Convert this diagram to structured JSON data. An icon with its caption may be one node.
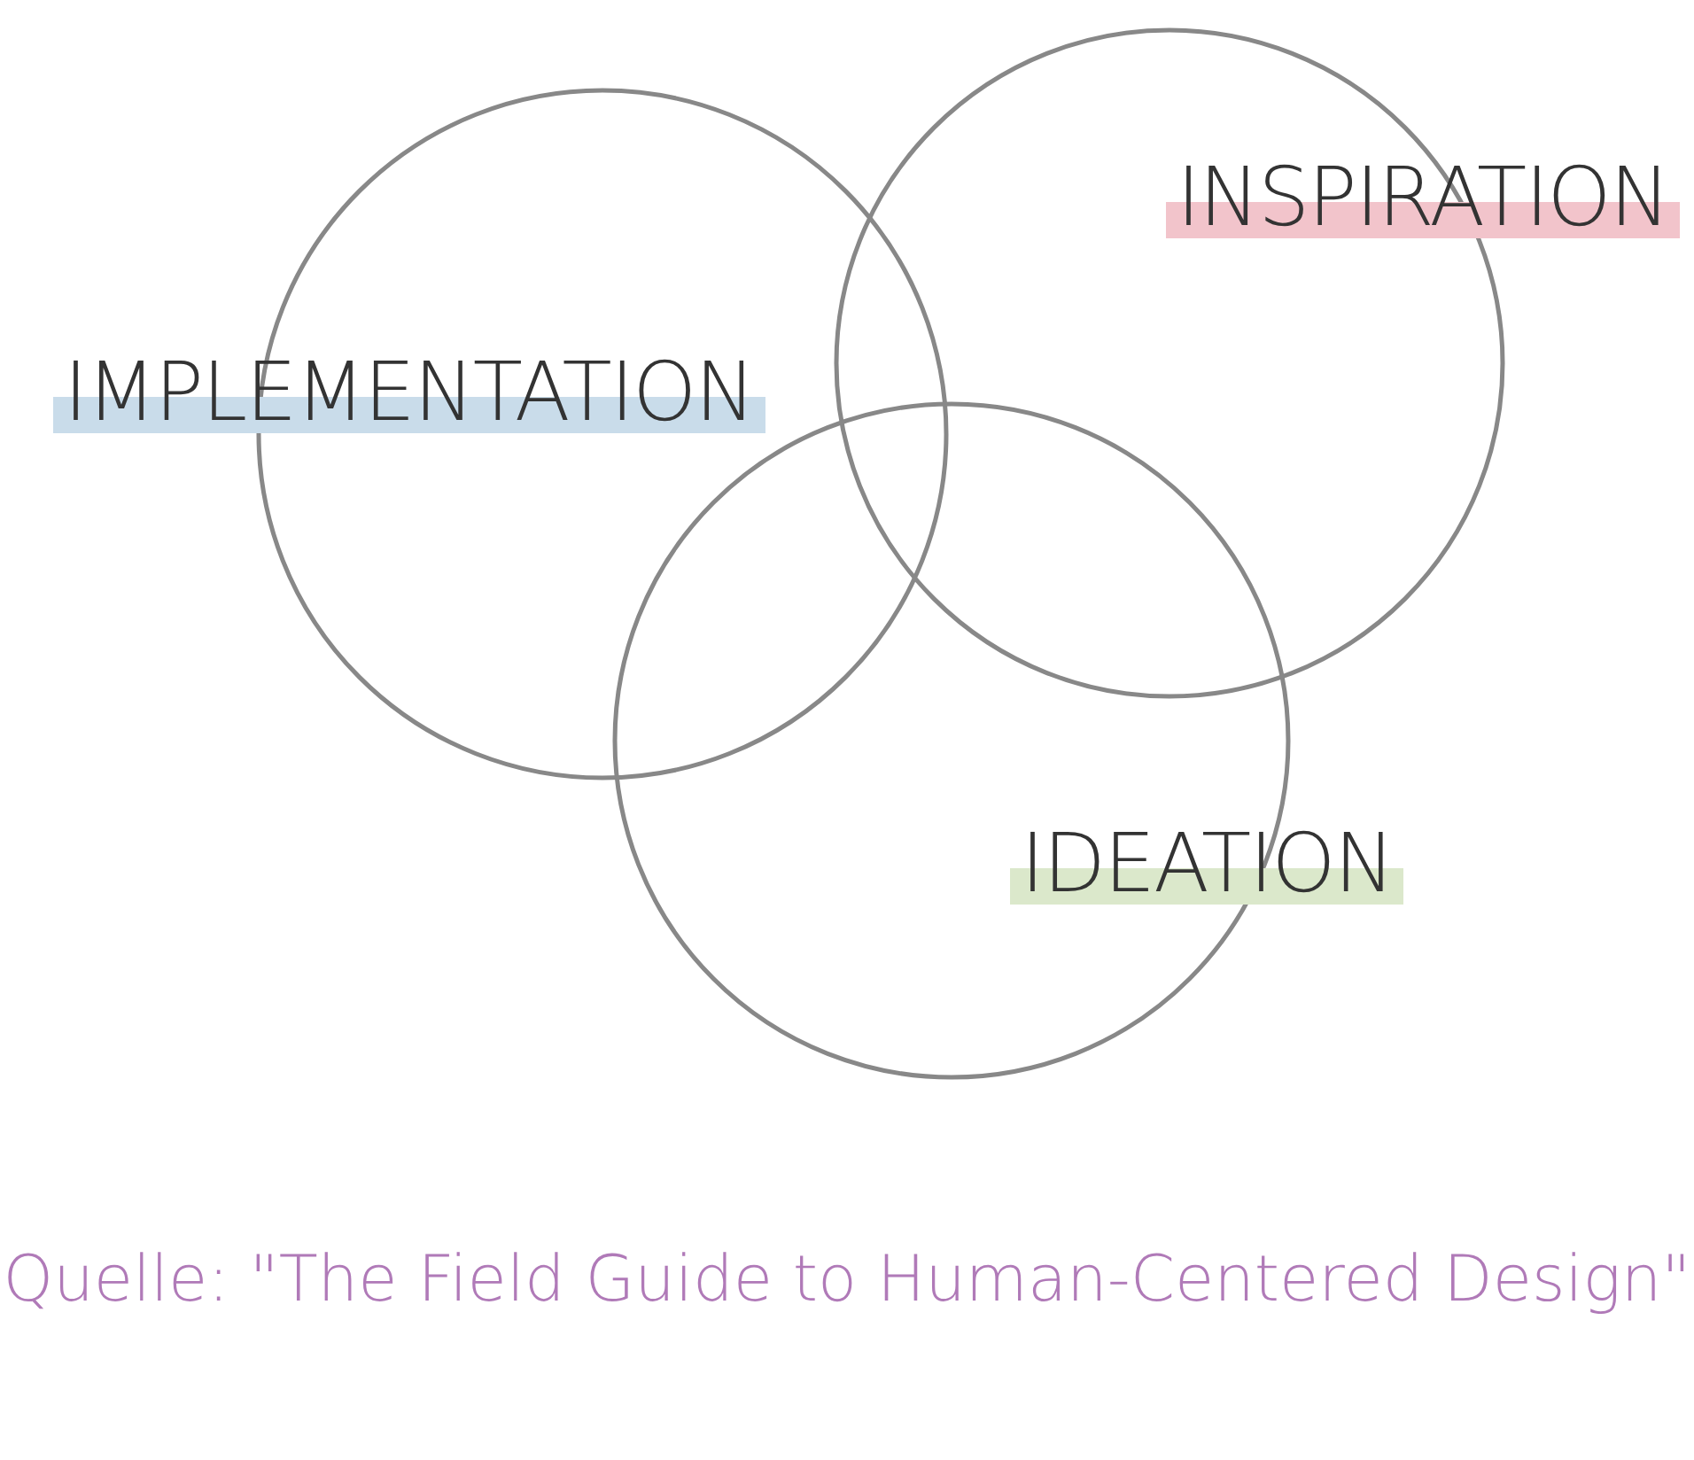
{
  "diagram": {
    "caption": "Quelle: \"The Field Guide to Human-Centered Design\"",
    "nodes": [
      {
        "text": [
          "INSPIRATION"
        ]
      },
      {
        "text": [
          "IMPLEMENTATION"
        ]
      },
      {
        "text": [
          "IDEATION"
        ]
      }
    ]
  }
}
